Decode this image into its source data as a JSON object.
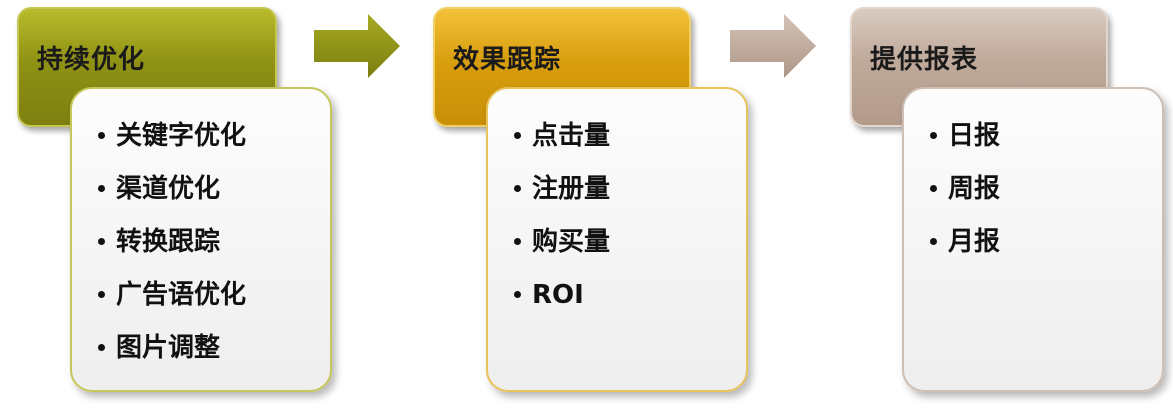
{
  "columns": [
    {
      "title": "持续优化",
      "items": [
        "关键字优化",
        "渠道优化",
        "转换跟踪",
        "广告语优化",
        "图片调整"
      ]
    },
    {
      "title": "效果跟踪",
      "items": [
        "点击量",
        "注册量",
        "购买量",
        "ROI"
      ]
    },
    {
      "title": "提供报表",
      "items": [
        "日报",
        "周报",
        "月报"
      ]
    }
  ],
  "colors": {
    "stage1": "#8f9214",
    "stage2": "#d89e0e",
    "stage3": "#bfa99a",
    "arrow1": "#8f9214",
    "arrow2": "#bfa99a"
  }
}
